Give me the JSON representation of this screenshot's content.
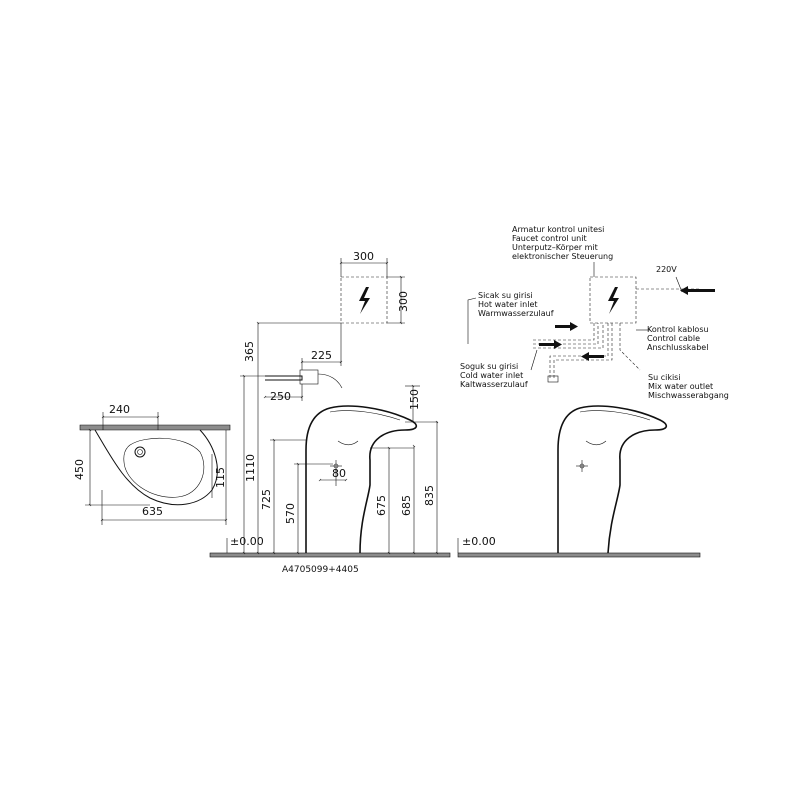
{
  "dimensions": {
    "top_width": "240",
    "top_depth": "450",
    "total_width": "635",
    "waste_offset": "115",
    "box_width": "300",
    "box_height": "300",
    "box_above_top": "365",
    "box_offset": "225",
    "spout_reach": "250",
    "box_floor_height": "1110",
    "basin_depth": "150",
    "height_725": "725",
    "height_570": "570",
    "sensor_offset": "80",
    "height_675": "675",
    "height_685": "685",
    "height_835": "835"
  },
  "floor_labels": {
    "left": "±0.00",
    "right": "±0.00"
  },
  "product_code": "A4705099+4405",
  "annotations": {
    "control_unit": [
      "Armatur kontrol unitesi",
      "Faucet control unit",
      "Unterputz–Körper mit",
      "elektronischer Steuerung"
    ],
    "voltage": "220V",
    "hot_water": [
      "Sicak su girisi",
      "Hot water inlet",
      "Warmwasserzulauf"
    ],
    "cold_water": [
      "Soguk su girisi",
      "Cold water inlet",
      "Kaltwasserzulauf"
    ],
    "control_cable": [
      "Kontrol kablosu",
      "Control cable",
      "Anschlusskabel"
    ],
    "mix_outlet": [
      "Su cikisi",
      "Mix water outlet",
      "Mischwasserabgang"
    ]
  },
  "icons": [
    "lightning-icon",
    "arrow-icon"
  ]
}
